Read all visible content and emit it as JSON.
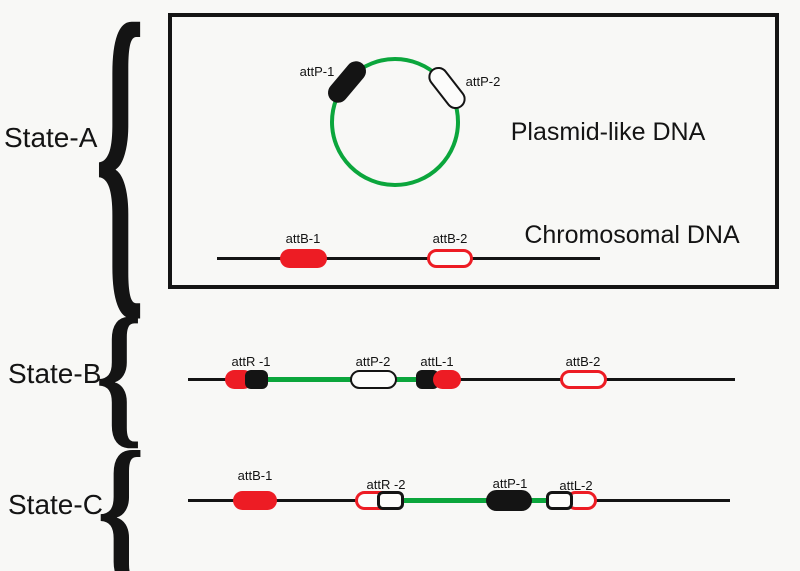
{
  "colors": {
    "green": "#0ba63c",
    "red": "#ed1c24",
    "ink": "#141414",
    "bg": "#f8f8f6",
    "fill": "#fcfcfb"
  },
  "glyphs": {
    "brace": "{"
  },
  "state_a": {
    "label": "State-A",
    "plasmid_caption": "Plasmid-like DNA",
    "chromosome_caption": "Chromosomal DNA",
    "sites": {
      "attp1": "attP-1",
      "attp2": "attP-2",
      "attb1": "attB-1",
      "attb2": "attB-2"
    }
  },
  "state_b": {
    "label": "State-B",
    "sites": {
      "attr1": "attR -1",
      "attp2": "attP-2",
      "attl1": "attL-1",
      "attb2": "attB-2"
    }
  },
  "state_c": {
    "label": "State-C",
    "sites": {
      "attb1": "attB-1",
      "attr2": "attR -2",
      "attp1": "attP-1",
      "attl2": "attL-2"
    }
  }
}
